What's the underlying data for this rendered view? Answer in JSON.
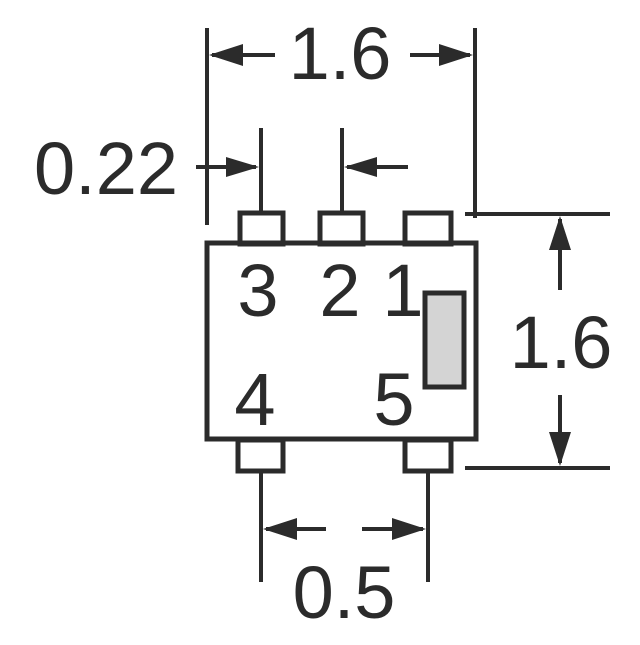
{
  "colors": {
    "outline": "#2b2b2b",
    "pin1_marker_fill": "#d4d4d4",
    "background": "#ffffff"
  },
  "dimensions": {
    "overall_width": "1.6",
    "overall_height": "1.6",
    "lead_width": "0.22",
    "lead_pitch": "0.5"
  },
  "pin_labels": {
    "pin1": "1",
    "pin2": "2",
    "pin3": "3",
    "pin4": "4",
    "pin5": "5"
  }
}
